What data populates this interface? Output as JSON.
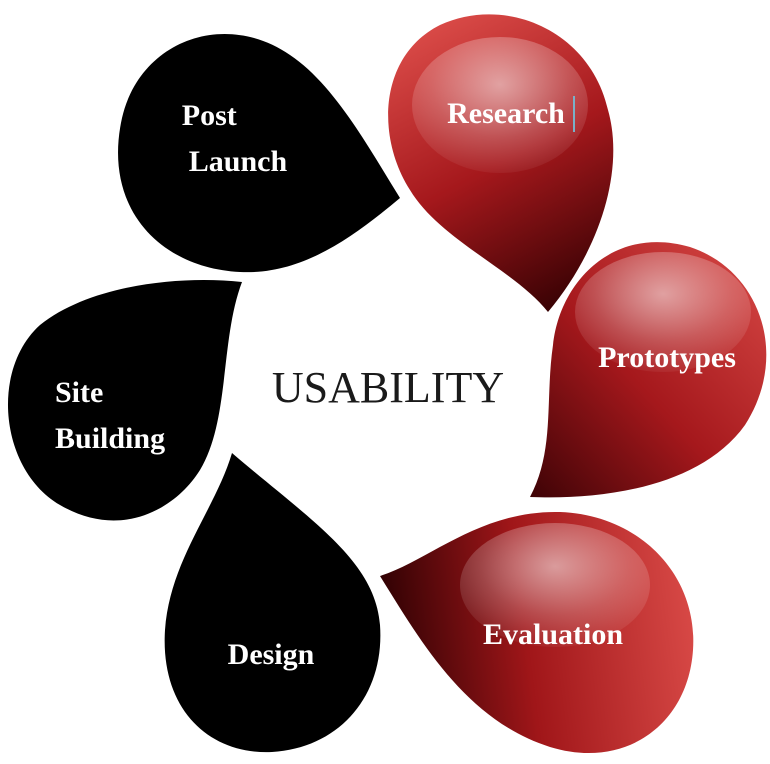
{
  "diagram": {
    "center": "USABILITY",
    "petals": [
      {
        "id": "research",
        "lines": [
          "Research"
        ],
        "style": "red"
      },
      {
        "id": "prototypes",
        "lines": [
          "Prototypes"
        ],
        "style": "red"
      },
      {
        "id": "evaluation",
        "lines": [
          "Evaluation"
        ],
        "style": "red"
      },
      {
        "id": "design",
        "lines": [
          "Design"
        ],
        "style": "black"
      },
      {
        "id": "site-building",
        "lines": [
          "Site",
          "Building"
        ],
        "style": "black"
      },
      {
        "id": "post-launch",
        "lines": [
          "Post",
          "Launch"
        ],
        "style": "black"
      }
    ]
  },
  "colors": {
    "red_light": "#e0524f",
    "red_mid": "#9a1a1e",
    "red_dark": "#3a0204",
    "black": "#000000",
    "text": "#ffffff",
    "center_text": "#1a1a1a"
  }
}
